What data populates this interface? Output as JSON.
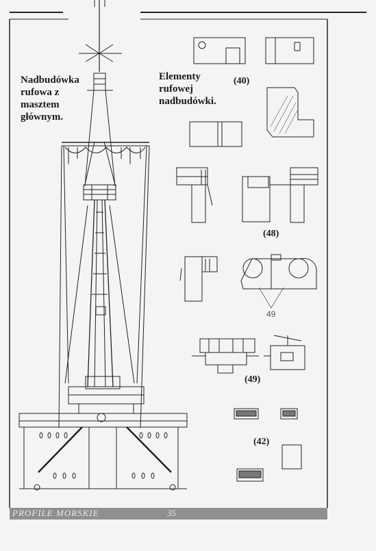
{
  "left_title": "Nadbudówka\nrufowa z\nmasztem\ngłównym.",
  "right_title": "Elementy\nrufowej\nnadbudówki.",
  "labels": {
    "l40": "(40)",
    "l48": "(48)",
    "l49": "49",
    "l49b": "(49)",
    "l42": "(42)"
  },
  "footer": {
    "publication": "PROFILE MORSKIE",
    "page_number": "35"
  }
}
